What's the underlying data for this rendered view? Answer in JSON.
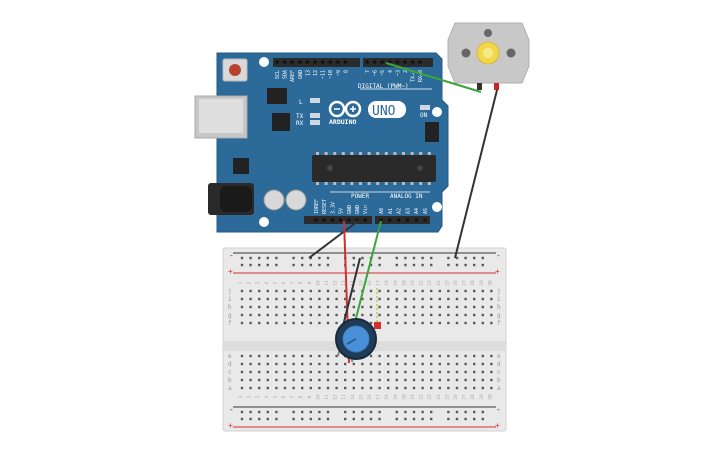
{
  "board": {
    "digital_pins": [
      "AREF",
      "GND",
      "13",
      "12",
      "~11",
      "~10",
      "~9",
      "8",
      "7",
      "~6",
      "~5",
      "4",
      "~3",
      "2",
      "TX→1",
      "RX←0"
    ],
    "top_left_pins": [
      "SCL",
      "SDA"
    ],
    "digital_label": "DIGITAL (PWM~)",
    "power_pins": [
      "IOREF",
      "RESET",
      "3.3V",
      "5V",
      "GND",
      "GND",
      "Vin"
    ],
    "analog_pins": [
      "A0",
      "A1",
      "A2",
      "A3",
      "A4",
      "A5"
    ],
    "power_label": "POWER",
    "analog_label": "ANALOG IN",
    "brand": "ARDUINO",
    "model": "UNO",
    "on_label": "ON",
    "l_label": "L",
    "tx_label": "TX",
    "rx_label": "RX"
  },
  "breadboard": {
    "row_letters_top": [
      "j",
      "i",
      "h",
      "g",
      "f"
    ],
    "row_letters_bottom": [
      "e",
      "d",
      "c",
      "b",
      "a"
    ],
    "plus": "+",
    "minus": "-",
    "columns": 30
  },
  "colors": {
    "board": "#2c6a9a",
    "board_dark": "#1f4f75",
    "wire_red": "#d32f2f",
    "wire_green": "#3aa53a",
    "wire_black": "#333333",
    "knob": "#4a90d9",
    "motor": "#c8c8c8"
  }
}
